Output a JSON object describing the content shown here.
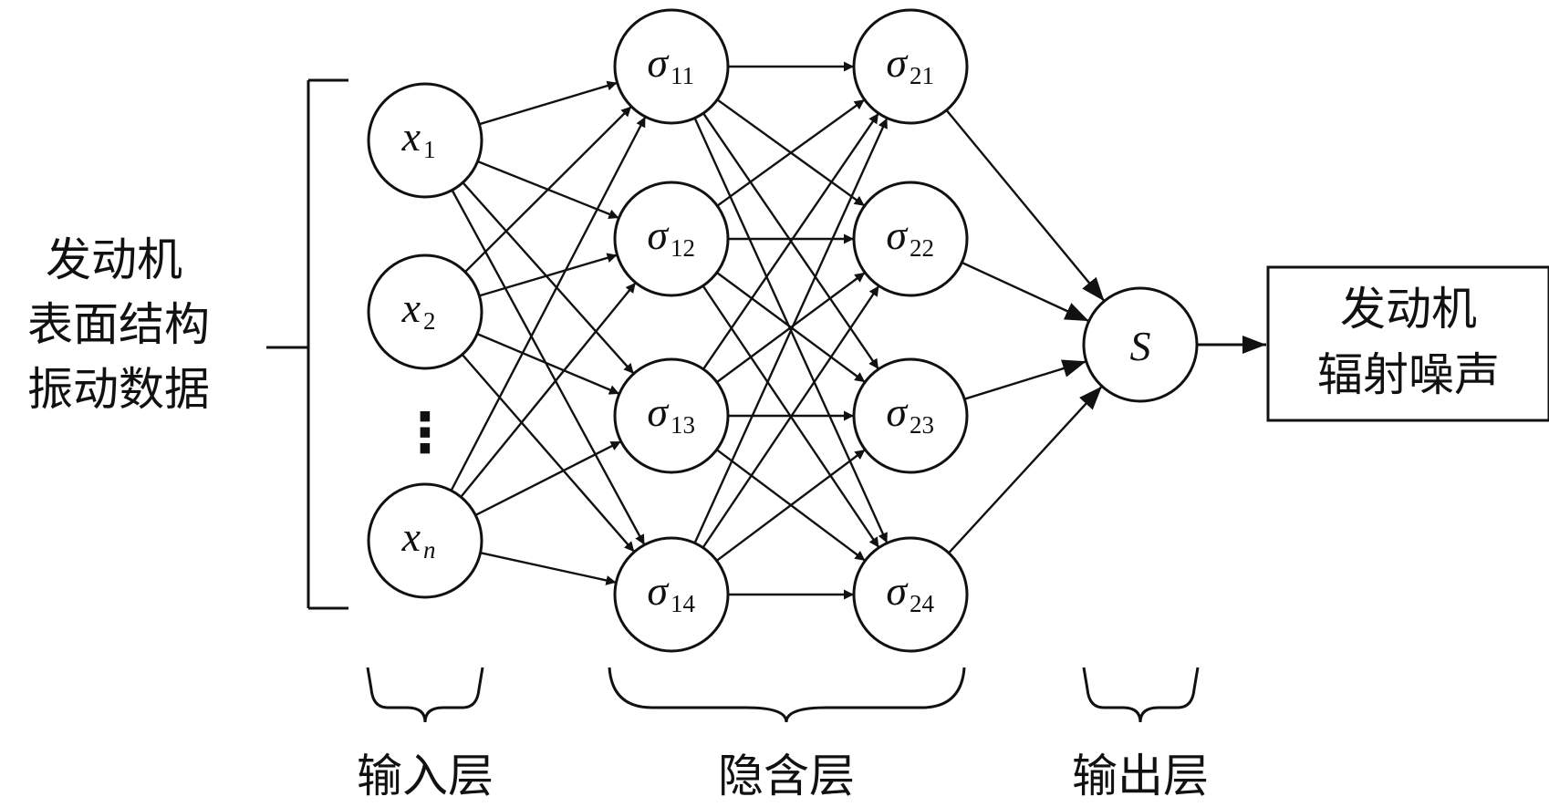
{
  "input_label": [
    "发动机",
    "表面结构",
    "振动数据"
  ],
  "output_label": [
    "发动机",
    "辐射噪声"
  ],
  "layers": {
    "input": "输入层",
    "hidden": "隐含层",
    "output": "输出层"
  },
  "input_nodes": [
    {
      "sym": "x",
      "sub": "1"
    },
    {
      "sym": "x",
      "sub": "2"
    },
    {
      "sym": "x",
      "sub": "n"
    }
  ],
  "ellipsis": "⋮",
  "hidden1_nodes": [
    {
      "sym": "σ",
      "sub": "11"
    },
    {
      "sym": "σ",
      "sub": "12"
    },
    {
      "sym": "σ",
      "sub": "13"
    },
    {
      "sym": "σ",
      "sub": "14"
    }
  ],
  "hidden2_nodes": [
    {
      "sym": "σ",
      "sub": "21"
    },
    {
      "sym": "σ",
      "sub": "22"
    },
    {
      "sym": "σ",
      "sub": "23"
    },
    {
      "sym": "σ",
      "sub": "24"
    }
  ],
  "output_node": {
    "sym": "S"
  },
  "colors": {
    "stroke": "#111111",
    "background": "#ffffff"
  }
}
